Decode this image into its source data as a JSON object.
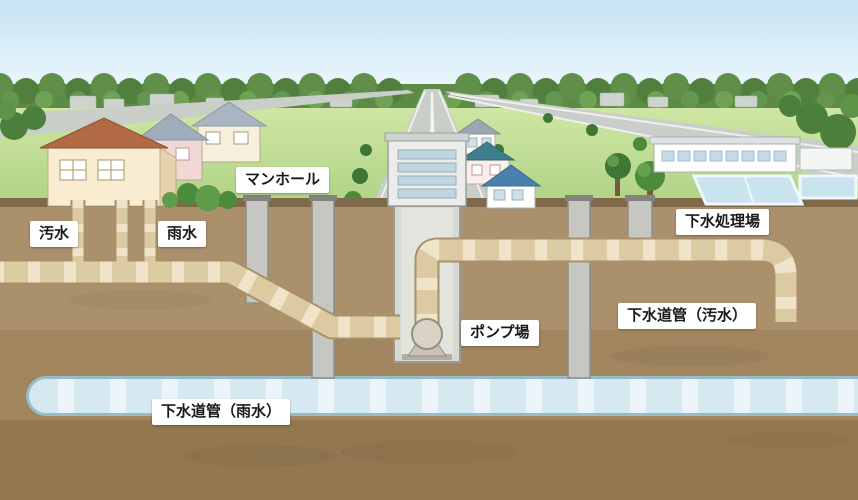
{
  "scene": {
    "labels": {
      "manhole": "マンホール",
      "sewage": "汚水",
      "rain": "雨水",
      "pump": "ポンプ場",
      "plant": "下水処理場",
      "pipe_sewage": "下水道管（汚水）",
      "pipe_rain": "下水道管（雨水）"
    },
    "colors": {
      "sky": "#c6e4f3",
      "grass": "#b7d88c",
      "ground": "#ab906c",
      "pipe_sewage": "#dccaa3",
      "pipe_rain": "#d6e9f1",
      "shaft": "#c6c7c1",
      "label_background": "#ffffff"
    }
  }
}
